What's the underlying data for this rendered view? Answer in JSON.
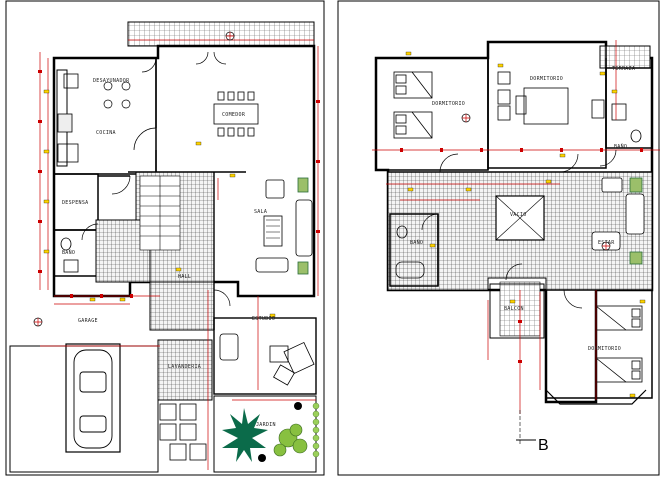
{
  "plan": {
    "ground_floor": {
      "rooms": [
        {
          "id": "desayunador",
          "label": "DESAYUNADOR"
        },
        {
          "id": "cocina",
          "label": "COCINA"
        },
        {
          "id": "comedor",
          "label": "COMEDOR"
        },
        {
          "id": "despensa",
          "label": "DESPENSA"
        },
        {
          "id": "sala",
          "label": "SALA"
        },
        {
          "id": "bano",
          "label": "BAÑO"
        },
        {
          "id": "hall",
          "label": "HALL"
        },
        {
          "id": "garage",
          "label": "GARAGE"
        },
        {
          "id": "estudio",
          "label": "ESTUDIO"
        },
        {
          "id": "lavanderia",
          "label": "LAVANDERIA"
        },
        {
          "id": "jardin",
          "label": "JARDIN"
        }
      ]
    },
    "upper_floor": {
      "rooms": [
        {
          "id": "dormitorio1",
          "label": "DORMITORIO"
        },
        {
          "id": "dormitorio2",
          "label": "DORMITORIO"
        },
        {
          "id": "dormitorio3",
          "label": "DORMITORIO"
        },
        {
          "id": "terraza",
          "label": "TERRAZA"
        },
        {
          "id": "bano_up1",
          "label": "BAÑO"
        },
        {
          "id": "bano_up2",
          "label": "BAÑO"
        },
        {
          "id": "vacio",
          "label": "VACIO"
        },
        {
          "id": "estar",
          "label": "ESTAR"
        },
        {
          "id": "balcon",
          "label": "BALCON"
        }
      ]
    },
    "section_marker": "B",
    "colors": {
      "wall": "#000000",
      "dimension": "#cc0000",
      "tile": "#555555",
      "furniture": "#333333",
      "plant_dark": "#0b6b4a",
      "plant_light": "#88c040",
      "accent_yellow": "#ffd400",
      "boundary": "#000000"
    }
  }
}
